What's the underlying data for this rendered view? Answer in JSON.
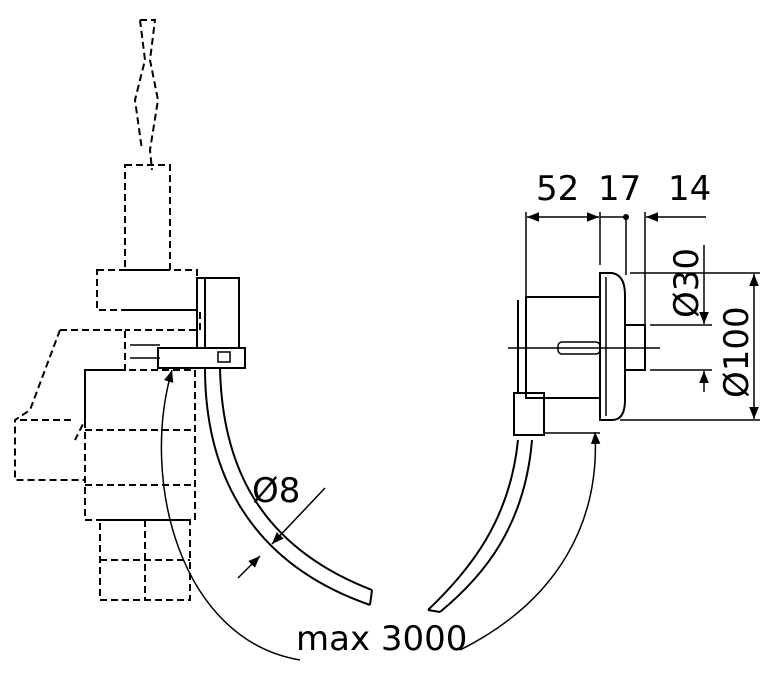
{
  "dimensions": {
    "depth_body": "52",
    "depth_flange": "17",
    "depth_button": "14",
    "button_diameter": "Ø30",
    "flange_diameter": "Ø100",
    "hose_diameter": "Ø8",
    "hose_length": "max 3000"
  },
  "colors": {
    "line": "#000000",
    "background": "#ffffff"
  }
}
